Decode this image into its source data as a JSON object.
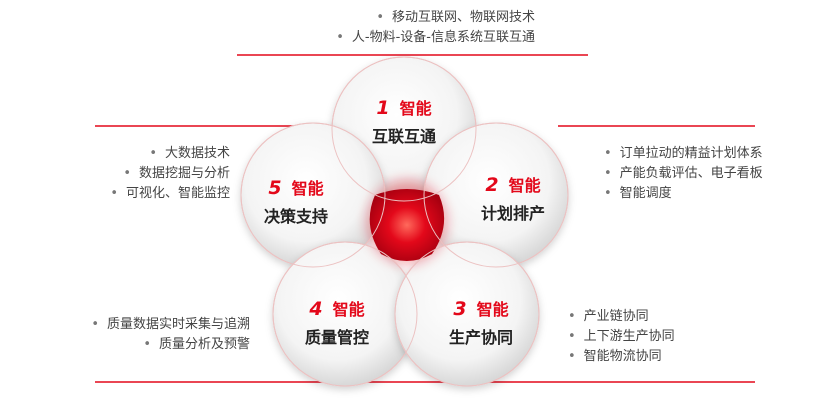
{
  "accent_color": "#e3081a",
  "petals": [
    {
      "id": "1",
      "number": "1",
      "keyword": "智能",
      "title": "互联互通",
      "bullets": [
        "移动互联网、物联网技术",
        "人-物料-设备-信息系统互联互通"
      ]
    },
    {
      "id": "2",
      "number": "2",
      "keyword": "智能",
      "title": "计划排产",
      "bullets": [
        "订单拉动的精益计划体系",
        "产能负载评估、电子看板",
        "智能调度"
      ]
    },
    {
      "id": "3",
      "number": "3",
      "keyword": "智能",
      "title": "生产协同",
      "bullets": [
        "产业链协同",
        "上下游生产协同",
        "智能物流协同"
      ]
    },
    {
      "id": "4",
      "number": "4",
      "keyword": "智能",
      "title": "质量管控",
      "bullets": [
        "质量数据实时采集与追溯",
        "质量分析及预警"
      ]
    },
    {
      "id": "5",
      "number": "5",
      "keyword": "智能",
      "title": "决策支持",
      "bullets": [
        "大数据技术",
        "数据挖掘与分析",
        "可视化、智能监控"
      ]
    }
  ]
}
